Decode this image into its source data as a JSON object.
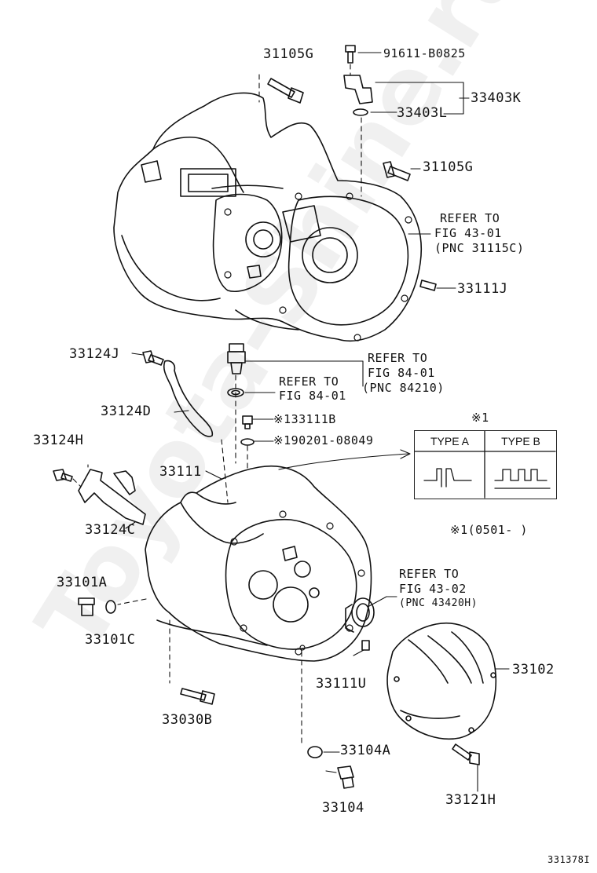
{
  "watermark": "Toyota-Shine.ru",
  "labels": {
    "p31105g_top": "31105G",
    "p91611": "91611-B0825",
    "p33403k": "33403K",
    "p33403l": "33403L",
    "p31105g_mid": "31105G",
    "ref1_line1": "REFER TO",
    "ref1_line2": "FIG 43-01",
    "ref1_line3": "(PNC 31115C)",
    "p33111j": "33111J",
    "p33124j": "33124J",
    "ref2_line1": "REFER TO",
    "ref2_line2": "FIG 84-01",
    "ref2_line3": "(PNC 84210)",
    "ref3_line1": "REFER TO",
    "ref3_line2": "FIG 84-01",
    "p33124d": "33124D",
    "p133111b": "※133111B",
    "p190201": "※190201-08049",
    "note_mark": "※1",
    "p33124h": "33124H",
    "p33111": "33111",
    "p33124c": "33124C",
    "note_range": "※1(0501-      )",
    "p33101a": "33101A",
    "ref4_line1": "REFER TO",
    "ref4_line2": "FIG 43-02",
    "ref4_line3": "(PNC 43420H)",
    "p33101c": "33101C",
    "p33102": "33102",
    "p33111u": "33111U",
    "p33030b": "33030B",
    "p33104a": "33104A",
    "p33104": "33104",
    "p33121h": "33121H",
    "diagram_id": "331378I"
  },
  "legend": {
    "type_a": "TYPE A",
    "type_b": "TYPE B"
  }
}
